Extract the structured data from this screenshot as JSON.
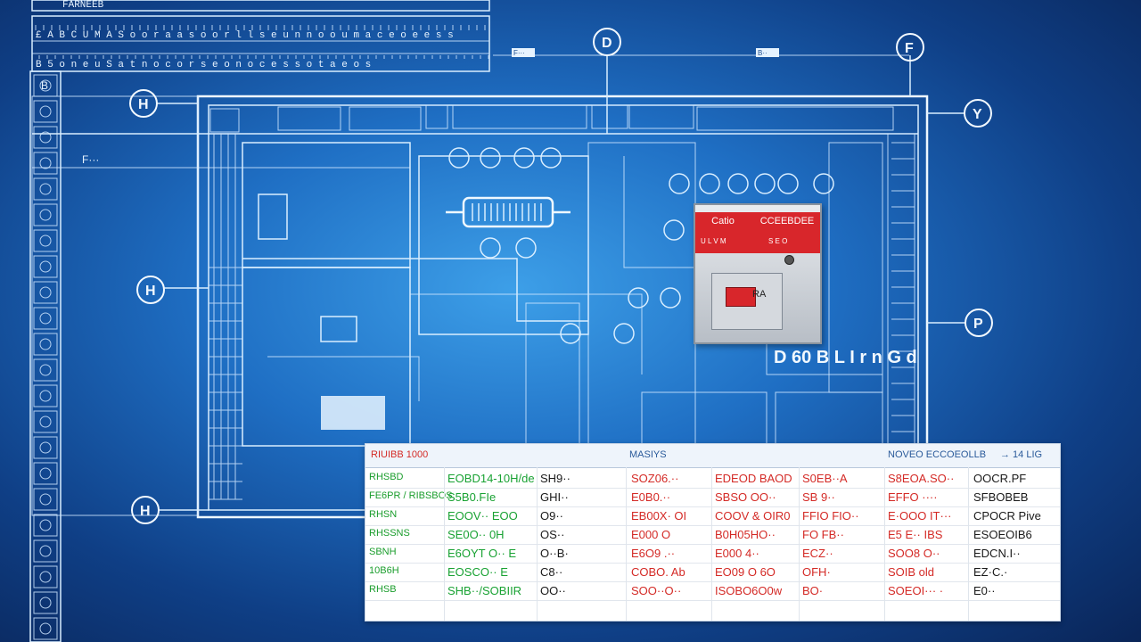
{
  "blueprint": {
    "header_text": "FARNEEB",
    "header_row_1": "£ A B C   U M A  S o o r a   a s o o r l l   s e u n n o o u   m a c e o e   e s s",
    "header_row_2": "B 5 o   n e u   S a t n o c o r   s e o n o c   e s s o t   a e o s",
    "left_tag_1": "B",
    "top_tag_left": "F···",
    "top_tag_right": "B··",
    "side_label": "F···",
    "symbols": [
      "D",
      "F",
      "Y",
      "H",
      "H",
      "P",
      "H"
    ],
    "footer_text": "D 60  B L I r n  G d"
  },
  "relay": {
    "label_left": "Catio",
    "label_right": "CCEEBDEE",
    "sub_left": "U L V M",
    "sub_right": "S  E  O",
    "indicator_text": "RΑ"
  },
  "table": {
    "header": {
      "left": "RIUIBB 1000",
      "center": "MASIYS",
      "right_prefix": "NOVEO ECCOEOLLB",
      "right_suffix": "→ 14 LIG"
    },
    "rows": [
      [
        "RHSBD",
        "EOBD14-10H/de",
        "SH9··",
        "SOZ06.··",
        "EDEOD BAOD",
        "S0EB··A",
        "S8EOA.SO··",
        "OOCR.PF"
      ],
      [
        "FE6PR / RIBSBOS",
        "S5B0.FIe",
        "GHI··",
        "E0B0.··",
        "SBSO OO··",
        "SB 9··",
        "EFFO ····",
        "SFBOBEB"
      ],
      [
        "RHSN",
        "EOOV·· EOO",
        "O9··",
        "EB00X· OI",
        "COOV & OIR0",
        "FFIO FIO··",
        "E·OOO IT···",
        "CPOCR Pive"
      ],
      [
        "RHSSNS",
        "SE0O·· 0H",
        "OS··",
        "E000 O",
        "B0H05HO··",
        "FO FB··",
        "E5 E·· IBS",
        "ESOEOIB6"
      ],
      [
        "SBNH",
        "E6OYT O·· E",
        "O··B·",
        "E6O9 .··",
        "E000 4··",
        "ECZ··",
        "SOO8 O··",
        "EDCN.I··"
      ],
      [
        "10B6H",
        "EOSCO·· E",
        "C8··",
        "COBO. Ab",
        "EO09 O 6O",
        "OFH·",
        "SOIB old",
        "EZ·C.·"
      ],
      [
        "RHSB",
        "SHB··/SOBIIR",
        "OO··",
        "SOO··O··",
        "ISOBO6O0w",
        "BO·",
        "SOEOI··· ·",
        "E0··"
      ]
    ]
  },
  "colors": {
    "background": "#1f6fc4",
    "line": "#d9eeff",
    "relay_red": "#d8262b",
    "table_green": "#19a233",
    "table_red": "#d42a26"
  }
}
